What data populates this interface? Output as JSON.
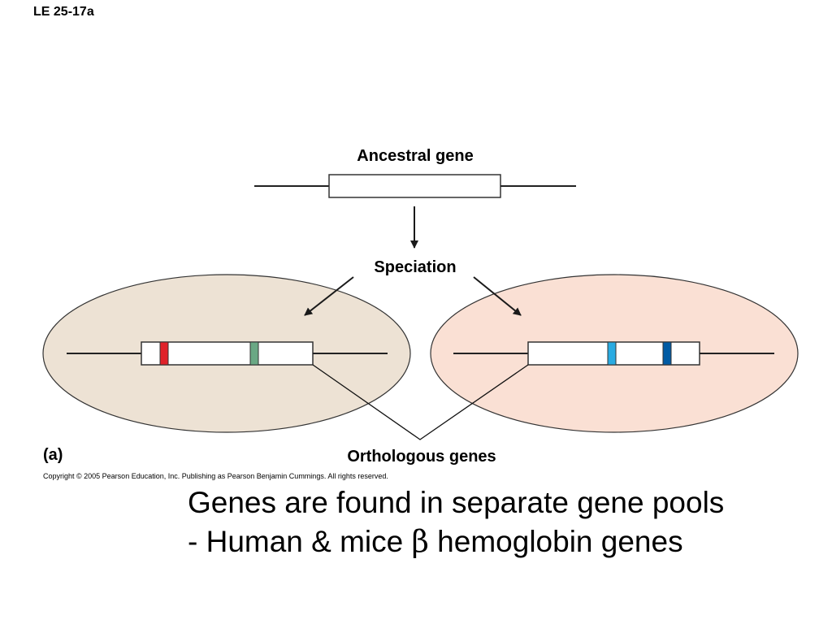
{
  "slide": {
    "label": "LE 25-17a"
  },
  "diagram": {
    "ancestral_label": "Ancestral gene",
    "speciation_label": "Speciation",
    "orthologous_label": "Orthologous genes",
    "panel_label": "(a)",
    "left_species_color": "#ede2d4",
    "right_species_color": "#fae0d4",
    "left_gene_marks": [
      "#e0222a",
      "#6aa884"
    ],
    "right_gene_marks": [
      "#29abe2",
      "#005ba4"
    ]
  },
  "copyright": {
    "text": "Copyright © 2005 Pearson Education, Inc. Publishing as Pearson Benjamin Cummings. All rights reserved."
  },
  "caption": {
    "line1": "Genes are found in separate gene pools",
    "line2_prefix": "- Human & mice ",
    "beta": "β",
    "line2_suffix": " hemoglobin genes"
  }
}
